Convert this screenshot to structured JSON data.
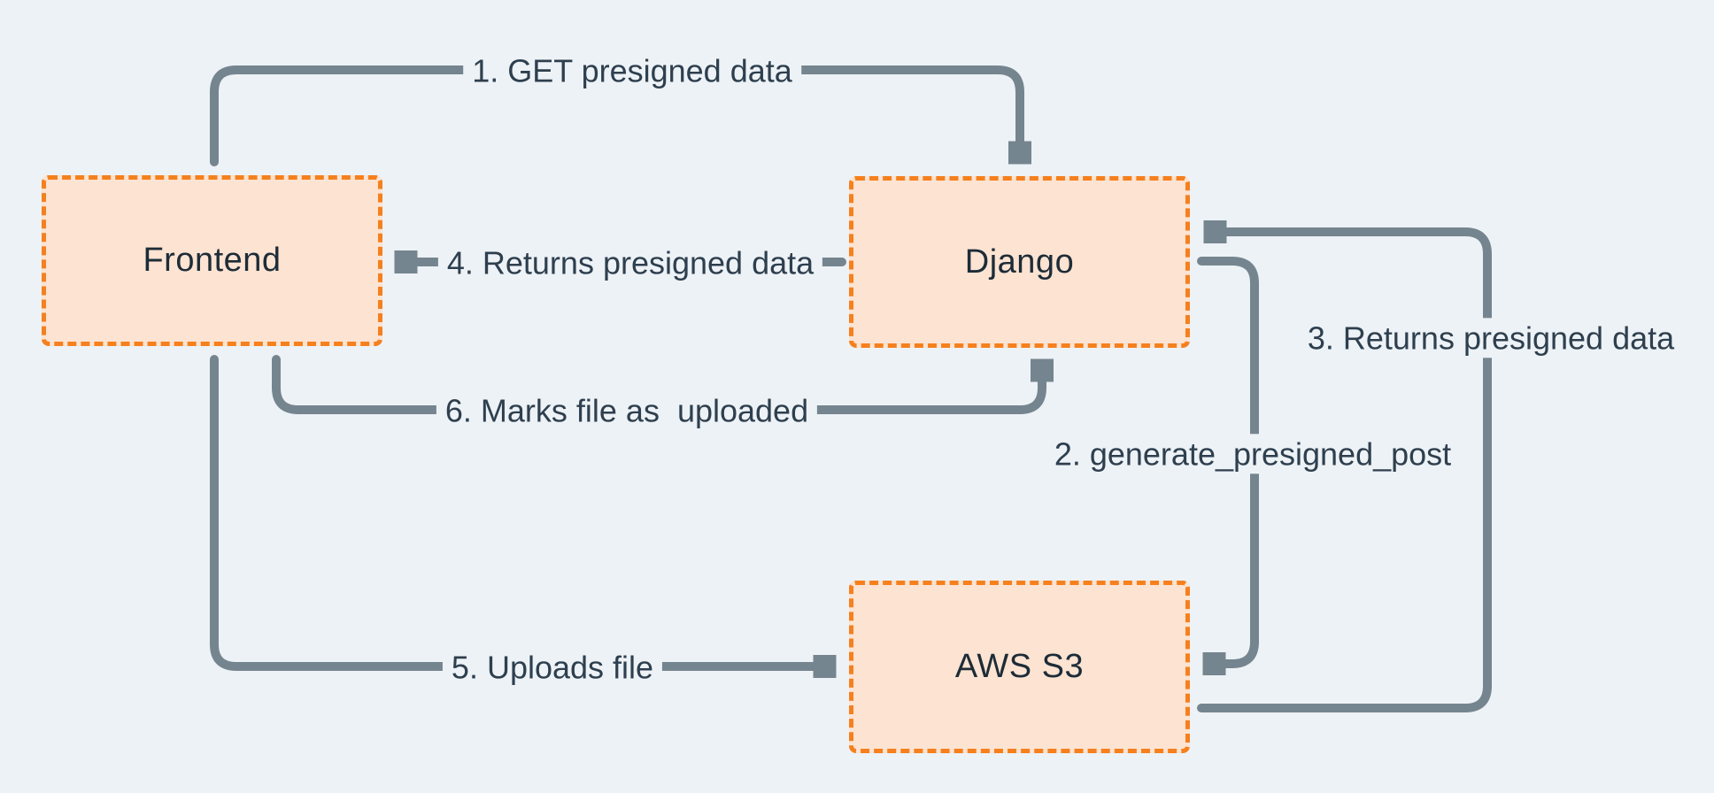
{
  "diagram": {
    "type": "flow-diagram",
    "colors": {
      "background": "#edf2f6",
      "node_fill": "#fce3d2",
      "node_border": "#f5801d",
      "edge": "#75858f",
      "edge_label_text": "#2e3f4e",
      "node_label_text": "#1d2c37"
    },
    "nodes": [
      {
        "id": "frontend",
        "label": "Frontend"
      },
      {
        "id": "django",
        "label": "Django"
      },
      {
        "id": "aws-s3",
        "label": "AWS S3"
      }
    ],
    "edges": [
      {
        "id": "1",
        "label": "1. GET presigned data",
        "from": "frontend",
        "to": "django"
      },
      {
        "id": "2",
        "label": "2. generate_presigned_post",
        "from": "django",
        "to": "aws-s3"
      },
      {
        "id": "3",
        "label": "3. Returns presigned data",
        "from": "aws-s3",
        "to": "django"
      },
      {
        "id": "4",
        "label": "4. Returns presigned data",
        "from": "django",
        "to": "frontend"
      },
      {
        "id": "5",
        "label": "5. Uploads file",
        "from": "frontend",
        "to": "aws-s3"
      },
      {
        "id": "6",
        "label": "6. Marks file as  uploaded",
        "from": "frontend",
        "to": "django"
      }
    ]
  }
}
